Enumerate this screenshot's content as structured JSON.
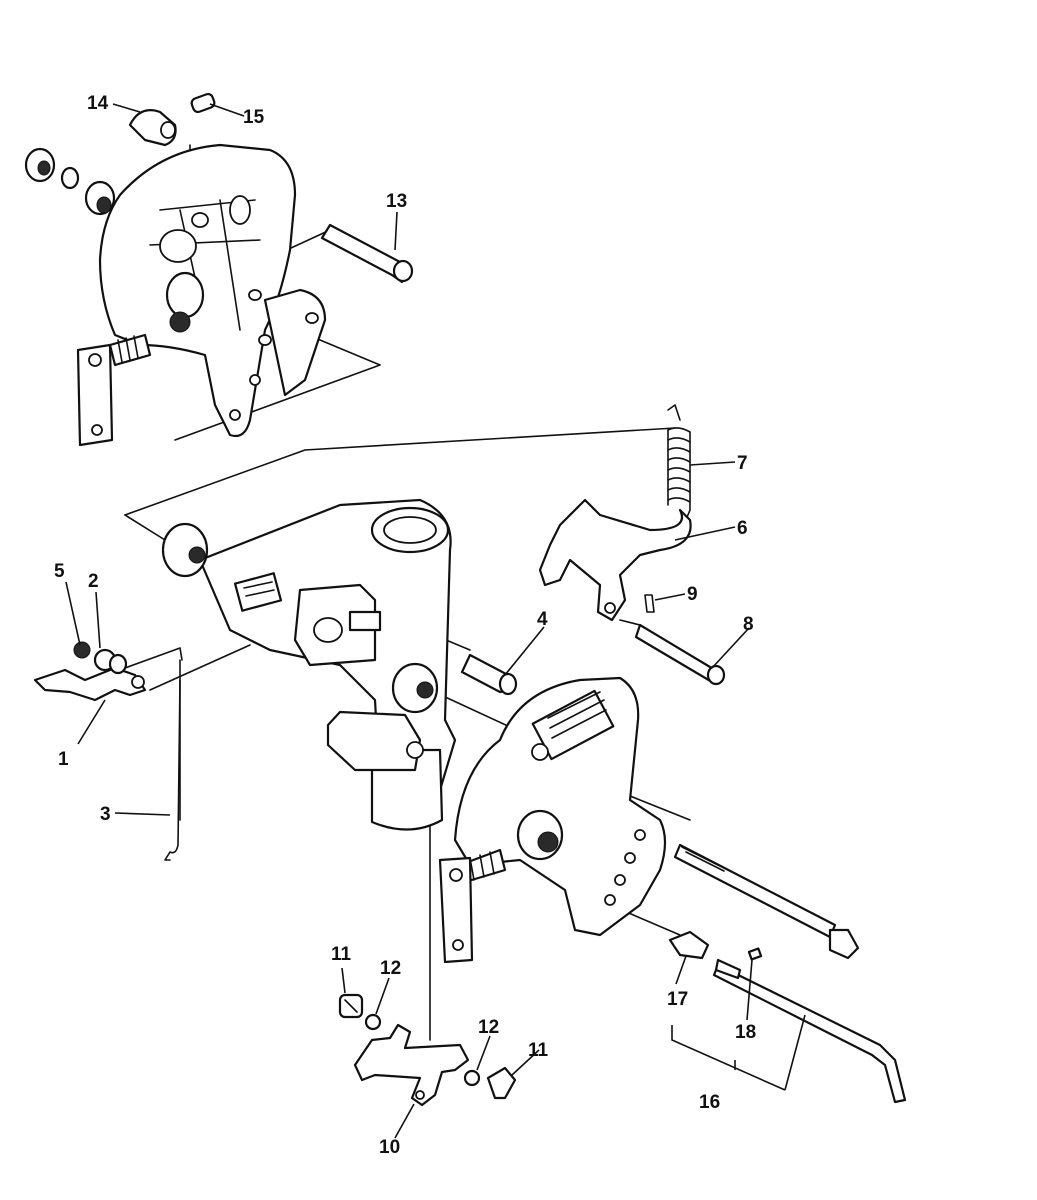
{
  "callouts": [
    {
      "id": "c1",
      "label": "1"
    },
    {
      "id": "c2",
      "label": "2"
    },
    {
      "id": "c3",
      "label": "3"
    },
    {
      "id": "c4",
      "label": "4"
    },
    {
      "id": "c5",
      "label": "5"
    },
    {
      "id": "c6",
      "label": "6"
    },
    {
      "id": "c7",
      "label": "7"
    },
    {
      "id": "c8",
      "label": "8"
    },
    {
      "id": "c9",
      "label": "9"
    },
    {
      "id": "c10",
      "label": "10"
    },
    {
      "id": "c11a",
      "label": "11"
    },
    {
      "id": "c11b",
      "label": "11"
    },
    {
      "id": "c12a",
      "label": "12"
    },
    {
      "id": "c12b",
      "label": "12"
    },
    {
      "id": "c13",
      "label": "13"
    },
    {
      "id": "c14",
      "label": "14"
    },
    {
      "id": "c15",
      "label": "15"
    },
    {
      "id": "c16",
      "label": "16"
    },
    {
      "id": "c17",
      "label": "17"
    },
    {
      "id": "c18",
      "label": "18"
    }
  ]
}
